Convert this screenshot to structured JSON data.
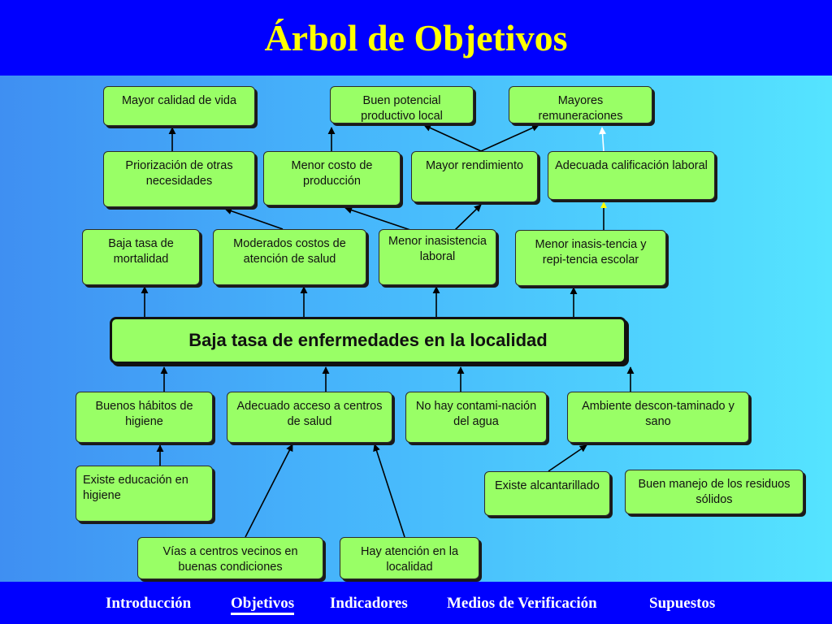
{
  "title": "Árbol de Objetivos",
  "colors": {
    "node_fill": "#99ff66",
    "bar": "#0000ff",
    "title_text": "#ffff00",
    "arrow": "#000000"
  },
  "nodes": {
    "mayor_calidad_vida": "Mayor calidad de vida",
    "buen_potencial": "Buen potencial productivo local",
    "mayores_remuneraciones": "Mayores remuneraciones",
    "priorizacion": "Priorización de otras necesidades",
    "menor_costo": "Menor costo de producción",
    "mayor_rendimiento": "Mayor rendimiento",
    "adecuada_calificacion": "Adecuada calificación laboral",
    "baja_mortalidad": "Baja tasa de mortalidad",
    "moderados_costos": "Moderados costos de atención de salud",
    "menor_inasistencia_laboral": "Menor inasistencia laboral",
    "menor_inasistencia_escolar": "Menor inasis-tencia y repi-tencia escolar",
    "central": "Baja tasa de enfermedades en la localidad",
    "buenos_habitos": "Buenos hábitos de higiene",
    "adecuado_acceso": "Adecuado acceso a centros de salud",
    "no_contaminacion": "No hay contami-nación del agua",
    "ambiente": "Ambiente descon-taminado y sano",
    "educacion_higiene": "Existe educación en higiene",
    "alcantarillado": "Existe alcantarillado",
    "residuos": "Buen manejo de los residuos sólidos",
    "vias": "Vías a centros vecinos en buenas condiciones",
    "atencion_localidad": "Hay atención en la localidad"
  },
  "nav": {
    "items": [
      "Introducción",
      "Objetivos",
      "Indicadores",
      "Medios de Verificación",
      "Supuestos"
    ],
    "active": "Objetivos"
  }
}
